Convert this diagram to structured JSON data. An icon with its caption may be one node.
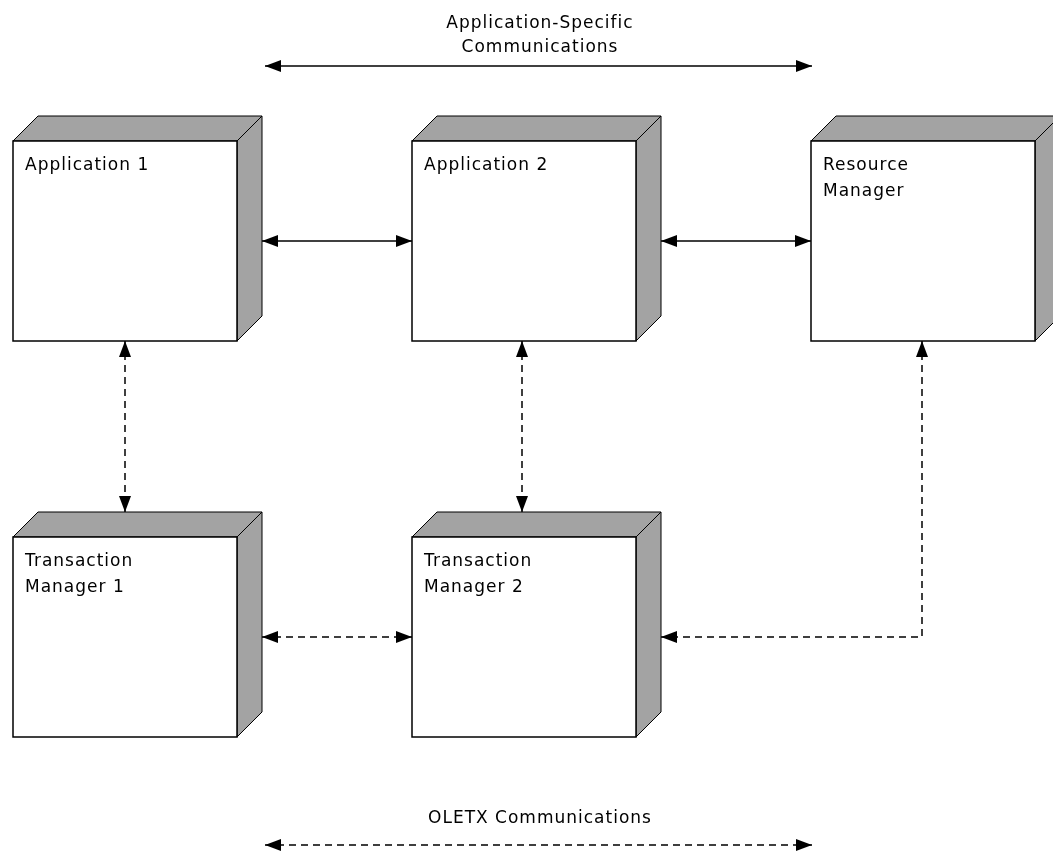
{
  "diagram": {
    "nodes": [
      {
        "text": [
          "Application 1"
        ]
      },
      {
        "text": [
          "Application 2"
        ]
      },
      {
        "text": [
          "Resource Manager"
        ]
      },
      {
        "text": [
          "Transaction Manager 1"
        ]
      },
      {
        "text": [
          "Transaction Manager 2"
        ]
      }
    ],
    "edges": [
      {
        "from": 0,
        "to": 1,
        "arrow": "both"
      },
      {
        "from": 1,
        "to": 2,
        "arrow": "both"
      },
      {
        "from": 0,
        "to": 3,
        "arrow": "both",
        "style": "dashed"
      },
      {
        "from": 1,
        "to": 4,
        "arrow": "both",
        "style": "dashed"
      },
      {
        "from": 3,
        "to": 4,
        "arrow": "both",
        "style": "dashed"
      },
      {
        "from": 2,
        "to": 4,
        "arrow": "both",
        "style": "dashed"
      }
    ],
    "legend": [
      {
        "text": "Application-Specific Communications"
      },
      {
        "text": "OLETX Communications"
      }
    ]
  }
}
